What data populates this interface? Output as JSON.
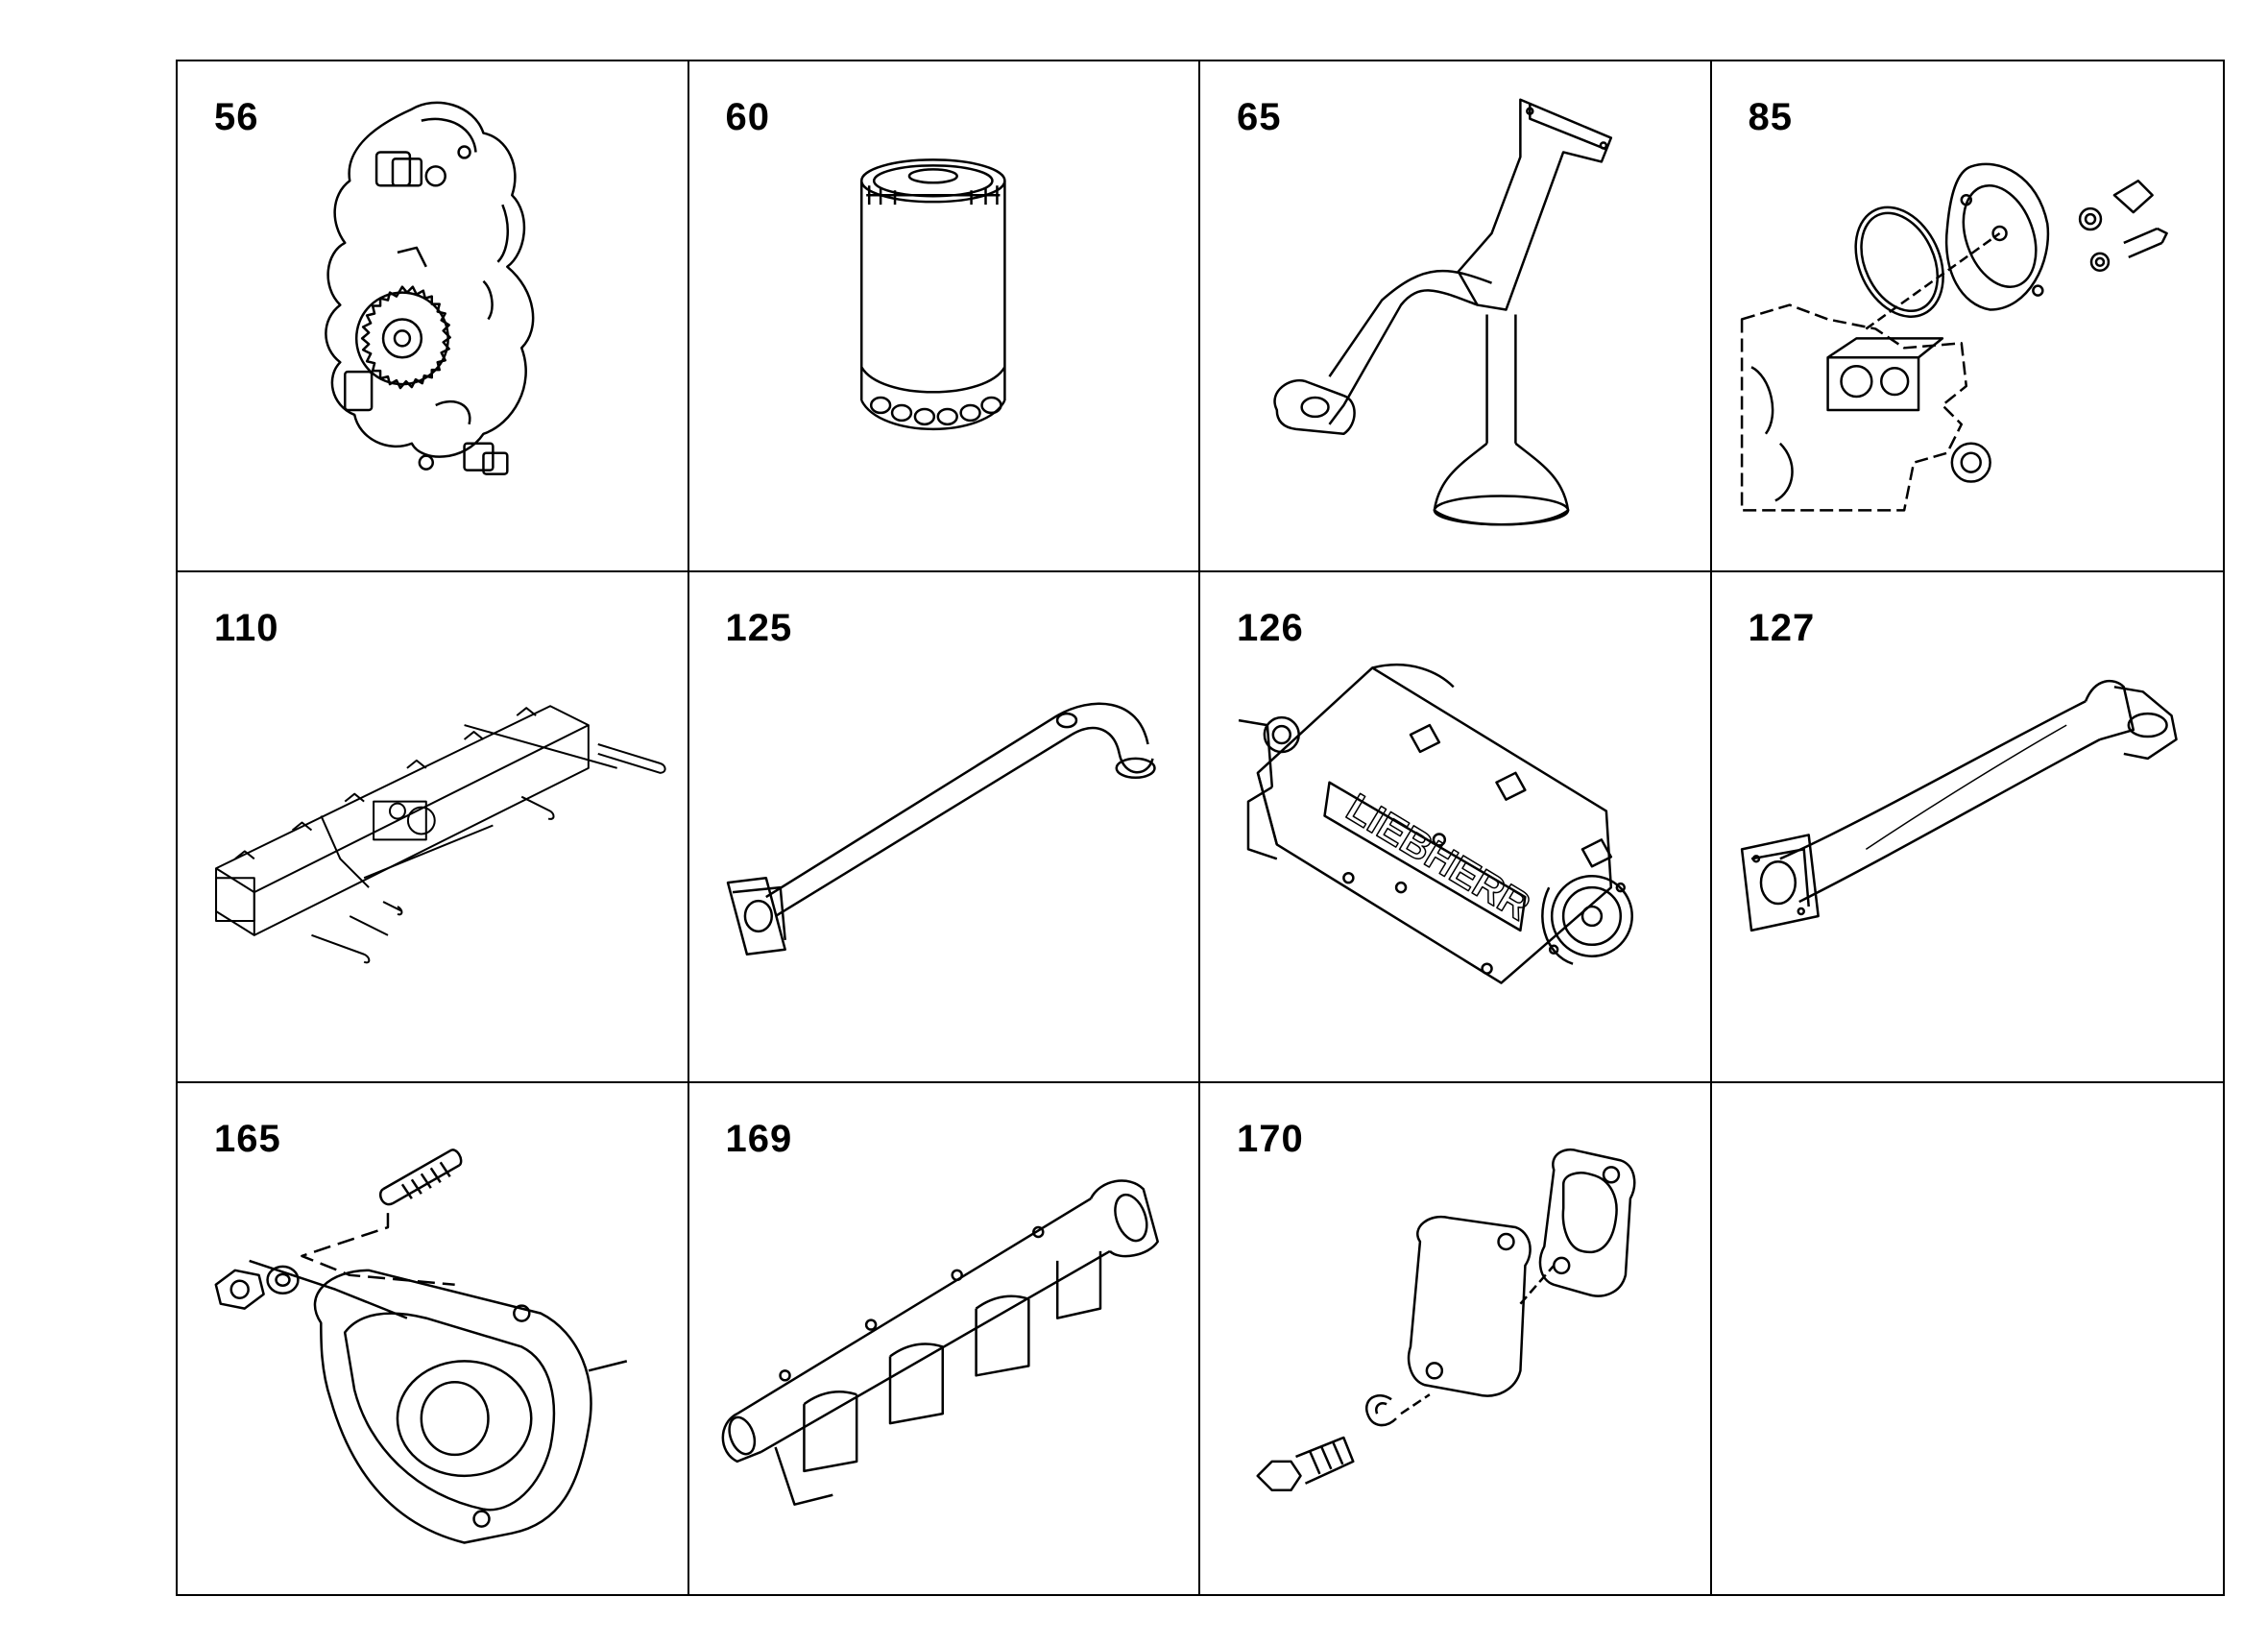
{
  "cells": [
    {
      "number": "56",
      "icon": "oil-pump-icon"
    },
    {
      "number": "60",
      "icon": "oil-filter-icon"
    },
    {
      "number": "65",
      "icon": "oil-suction-pipe-icon"
    },
    {
      "number": "85",
      "icon": "cover-plate-assembly-icon"
    },
    {
      "number": "110",
      "icon": "manifold-with-bolts-icon"
    },
    {
      "number": "125",
      "icon": "bent-pipe-icon"
    },
    {
      "number": "126",
      "icon": "oil-cooler-icon"
    },
    {
      "number": "127",
      "icon": "flanged-pipe-icon"
    },
    {
      "number": "165",
      "icon": "cover-with-stud-icon"
    },
    {
      "number": "169",
      "icon": "exhaust-manifold-icon"
    },
    {
      "number": "170",
      "icon": "blanking-plate-kit-icon"
    },
    {
      "number": "",
      "icon": ""
    }
  ],
  "oil_cooler_brand": "LIEBHERR"
}
